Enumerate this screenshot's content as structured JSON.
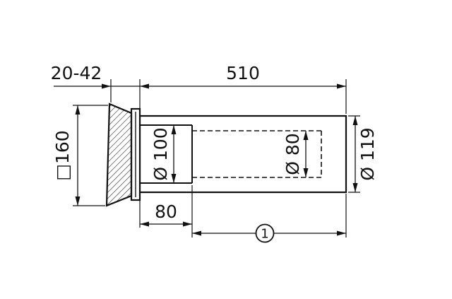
{
  "drawing": {
    "type": "technical-dimension-drawing",
    "labels": {
      "adjust_range": "20-42",
      "overall_length": "510",
      "flange_square": "□160",
      "inner_diameter": "Ø 100",
      "insert_diameter": "Ø 80",
      "outer_diameter": "Ø 119",
      "collar_length": "80",
      "position_marker": "1"
    },
    "colors": {
      "line": "#111111",
      "background": "#ffffff"
    }
  }
}
